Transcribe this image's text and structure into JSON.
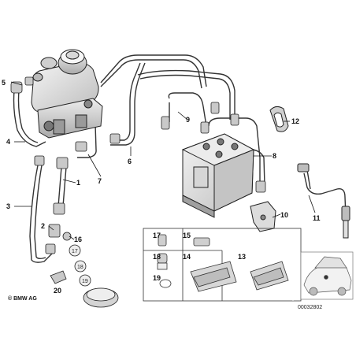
{
  "diagram": {
    "copyright": "© BMW AG",
    "drawing_number": "00032802",
    "callouts": [
      "1",
      "2",
      "3",
      "4",
      "5",
      "6",
      "7",
      "8",
      "9",
      "10",
      "11",
      "12",
      "13",
      "14",
      "15",
      "16",
      "17",
      "18",
      "19",
      "20"
    ]
  }
}
